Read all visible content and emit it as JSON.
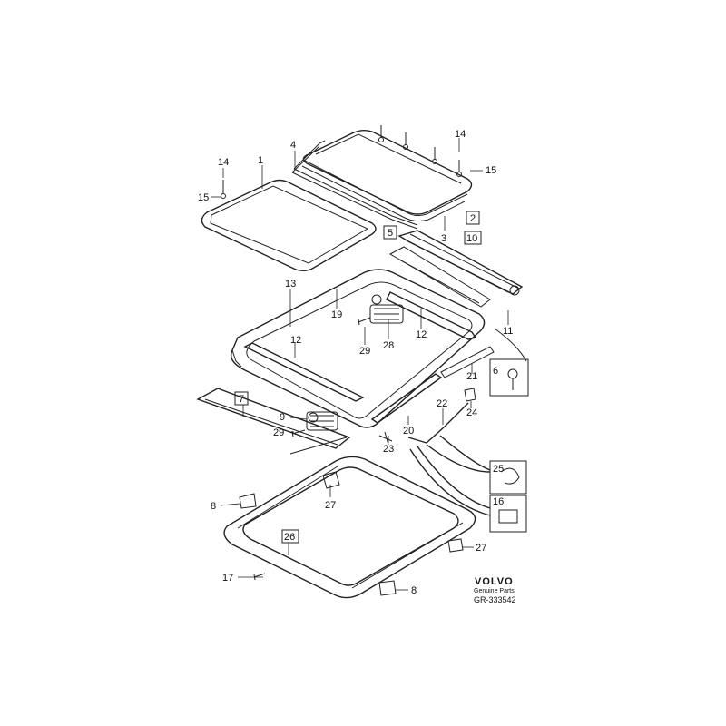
{
  "callouts": {
    "c1": "1",
    "c2": "2",
    "c3": "3",
    "c4": "4",
    "c5": "5",
    "c6": "6",
    "c7": "7",
    "c8a": "8",
    "c8b": "8",
    "c9": "9",
    "c10": "10",
    "c11": "11",
    "c12a": "12",
    "c12b": "12",
    "c13": "13",
    "c14a": "14",
    "c14b": "14",
    "c15a": "15",
    "c15b": "15",
    "c16": "16",
    "c17": "17",
    "c19": "19",
    "c20": "20",
    "c21": "21",
    "c22": "22",
    "c23": "23",
    "c24": "24",
    "c25": "25",
    "c26": "26",
    "c27a": "27",
    "c27b": "27",
    "c28": "28",
    "c29a": "29",
    "c29b": "29"
  },
  "logo": {
    "brand": "VOLVO",
    "tagline": "Genuine Parts",
    "code": "GR-333542"
  }
}
